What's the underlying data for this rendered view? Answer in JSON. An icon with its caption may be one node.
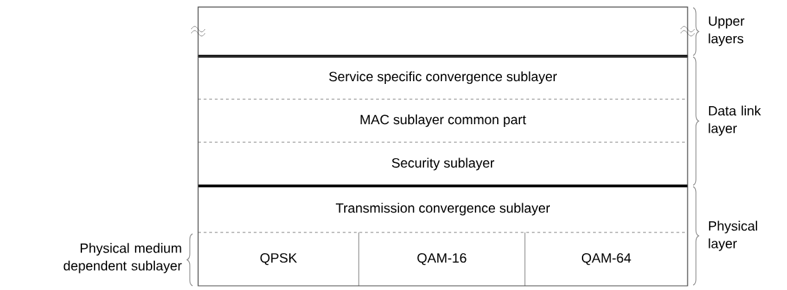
{
  "diagram": {
    "nodes": [
      {
        "text": [],
        "shape": "box"
      },
      {
        "text": [
          "Service specific convergence sublayer"
        ]
      },
      {
        "text": [
          "MAC sublayer common part"
        ]
      },
      {
        "text": [
          "Security sublayer"
        ]
      },
      {
        "text": [
          "Transmission convergence sublayer"
        ]
      },
      {
        "text": [
          "QPSK"
        ]
      },
      {
        "text": [
          "QAM-16"
        ]
      },
      {
        "text": [
          "QAM-64"
        ]
      }
    ],
    "labels": [
      "Upper layers",
      "Data link layer",
      "Physical layer",
      "Physical medium dependent sublayer"
    ]
  }
}
